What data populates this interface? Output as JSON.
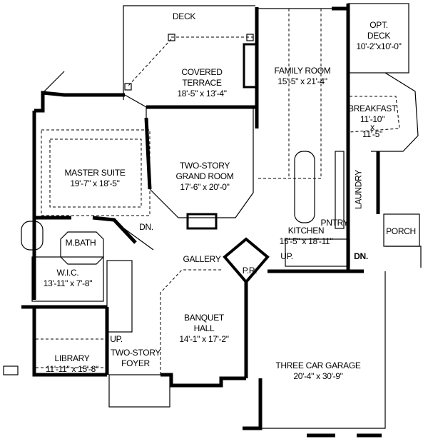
{
  "rooms": {
    "deck": {
      "name": "DECK"
    },
    "opt_deck": {
      "name": "OPT.",
      "name2": "DECK",
      "size": "10'-2\"x10'-0\""
    },
    "covered_terrace": {
      "name": "COVERED",
      "name2": "TERRACE",
      "size": "18'-5\" x 13'-4\""
    },
    "family_room": {
      "name": "FAMILY ROOM",
      "size": "15'-5\" x 21'-4\""
    },
    "breakfast": {
      "name": "BREAKFAST",
      "size": "11'-10\"",
      "x": "x",
      "size2": "11'-5\""
    },
    "master_suite": {
      "name": "MASTER SUITE",
      "size": "19'-7\" x 18'-5\""
    },
    "grand_room": {
      "name": "TWO-STORY",
      "name2": "GRAND ROOM",
      "size": "17'-6\" x 20'-0\""
    },
    "laundry": {
      "name": "LAUNDRY"
    },
    "kitchen": {
      "name": "KITCHEN",
      "size": "15'-5\" x 18'-11\""
    },
    "m_bath": {
      "name": "M.BATH"
    },
    "pantry": {
      "name": "PNTRY"
    },
    "porch": {
      "name": "PORCH"
    },
    "gallery": {
      "name": "GALLERY"
    },
    "powder_room": {
      "name": "P.R."
    },
    "wic": {
      "name": "W.I.C.",
      "size": "13'-11\" x 7'-8\""
    },
    "banquet_hall": {
      "name": "BANQUET",
      "name2": "HALL",
      "size": "14'-1\" x 17'-2\""
    },
    "foyer": {
      "name": "TWO-STORY",
      "name2": "FOYER"
    },
    "library": {
      "name": "LIBRARY",
      "size": "11'-11\" x 15'-8\""
    },
    "garage": {
      "name": "THREE CAR GARAGE",
      "size": "20'-4\" x 30'-9\""
    }
  },
  "stairs": {
    "main_dn": "DN.",
    "foyer_up": "UP.",
    "garage_up": "UP.",
    "garage_dn": "DN."
  }
}
